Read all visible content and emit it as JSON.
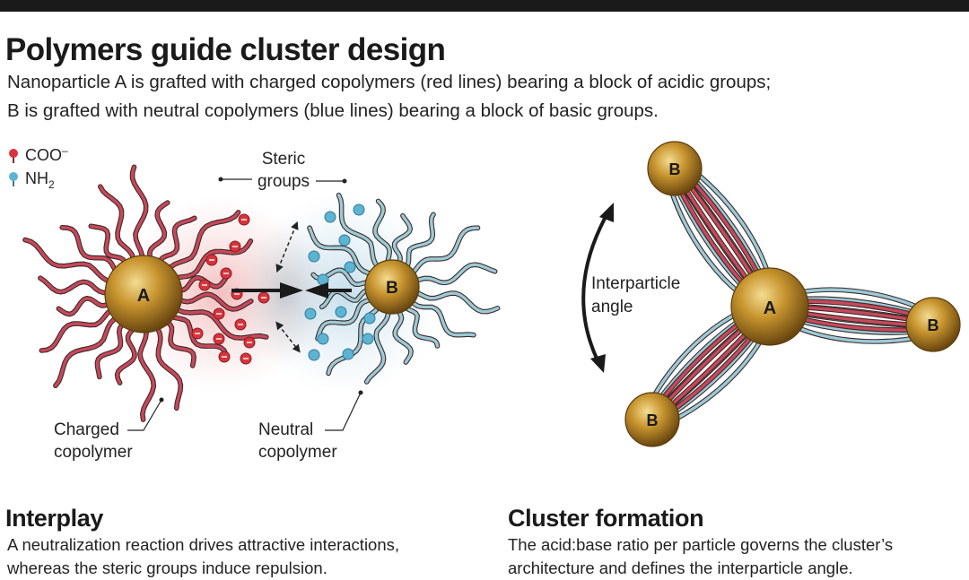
{
  "header": {
    "title": "Polymers guide cluster design",
    "subtitle_line1": "Nanoparticle A is grafted with charged copolymers (red lines) bearing a block of acidic groups;",
    "subtitle_line2": "B is grafted with neutral copolymers (blue lines) bearing a block of basic groups."
  },
  "legend": {
    "acid_label": "COO",
    "acid_charge": "–",
    "base_label": "NH",
    "base_subscript": "2"
  },
  "left_diagram": {
    "particle_a": "A",
    "particle_b": "B",
    "steric_line1": "Steric",
    "steric_line2": "groups",
    "charged_line1": "Charged",
    "charged_line2": "copolymer",
    "neutral_line1": "Neutral",
    "neutral_line2": "copolymer"
  },
  "right_diagram": {
    "center_label": "A",
    "outer_label": "B",
    "angle_line1": "Interparticle",
    "angle_line2": "angle"
  },
  "sections": {
    "left_heading": "Interplay",
    "left_text1": "A neutralization reaction drives attractive interactions,",
    "left_text2": "whereas the steric groups induce repulsion.",
    "right_heading": "Cluster formation",
    "right_text1": "The acid:base ratio per particle governs the cluster’s",
    "right_text2": "architecture and defines the interparticle angle."
  },
  "colors": {
    "red_polymer": "#c8485a",
    "blue_polymer": "#9ccad6",
    "gold": "#b8862c",
    "acid_dot": "#d8343c",
    "base_dot": "#5db4d2"
  }
}
